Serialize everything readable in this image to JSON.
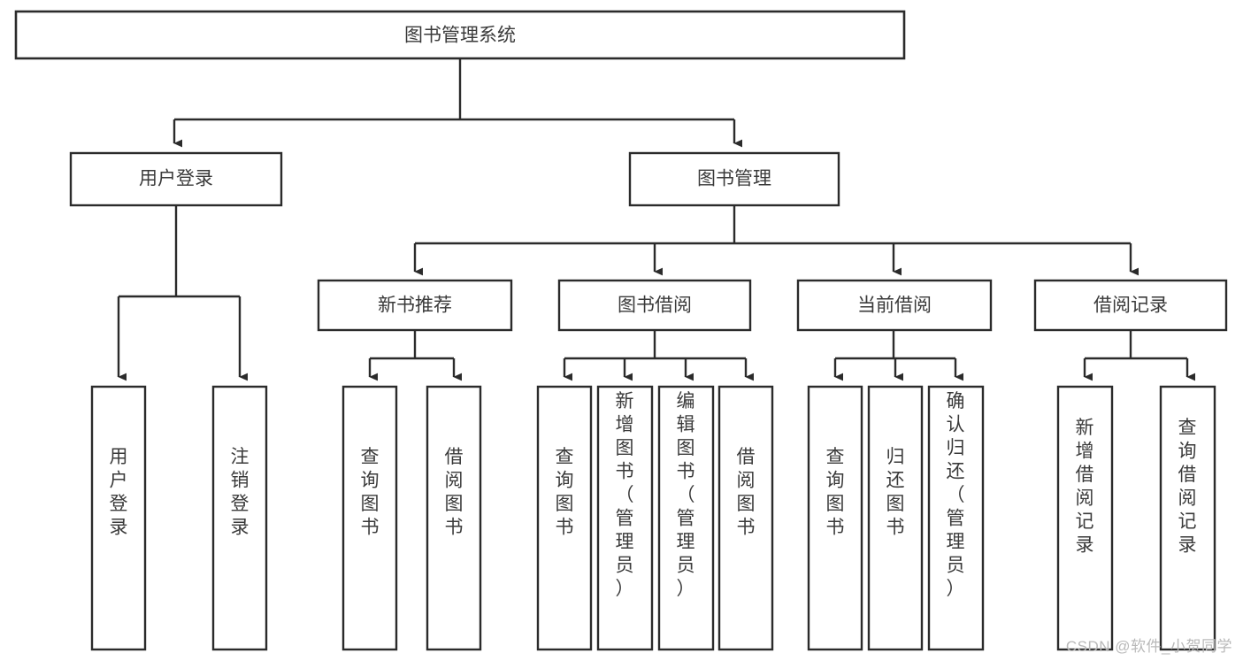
{
  "diagram": {
    "type": "tree-hierarchy-chart",
    "title": "图书管理系统",
    "watermark": "CSDN @软件_小贺同学",
    "colors": {
      "stroke": "#2b2b2b",
      "fill": "#ffffff",
      "text": "#3a3a3a",
      "watermark": "#b9b9b9",
      "background": "#ffffff"
    },
    "levels": {
      "root": {
        "label": "图书管理系统"
      },
      "level2": [
        {
          "label": "用户登录"
        },
        {
          "label": "图书管理"
        }
      ],
      "level3": [
        {
          "label": "新书推荐"
        },
        {
          "label": "图书借阅"
        },
        {
          "label": "当前借阅"
        },
        {
          "label": "借阅记录"
        }
      ],
      "leaves": [
        {
          "label": "用户登录",
          "parent": "用户登录"
        },
        {
          "label": "注销登录",
          "parent": "用户登录"
        },
        {
          "label": "查询图书",
          "parent": "新书推荐"
        },
        {
          "label": "借阅图书",
          "parent": "新书推荐"
        },
        {
          "label": "查询图书",
          "parent": "图书借阅"
        },
        {
          "label": "新增图书（管理员）",
          "parent": "图书借阅"
        },
        {
          "label": "编辑图书（管理员）",
          "parent": "图书借阅"
        },
        {
          "label": "借阅图书",
          "parent": "图书借阅"
        },
        {
          "label": "查询图书",
          "parent": "当前借阅"
        },
        {
          "label": "归还图书",
          "parent": "当前借阅"
        },
        {
          "label": "确认归还（管理员）",
          "parent": "当前借阅"
        },
        {
          "label": "新增借阅记录",
          "parent": "借阅记录"
        },
        {
          "label": "查询借阅记录",
          "parent": "借阅记录"
        }
      ]
    }
  }
}
